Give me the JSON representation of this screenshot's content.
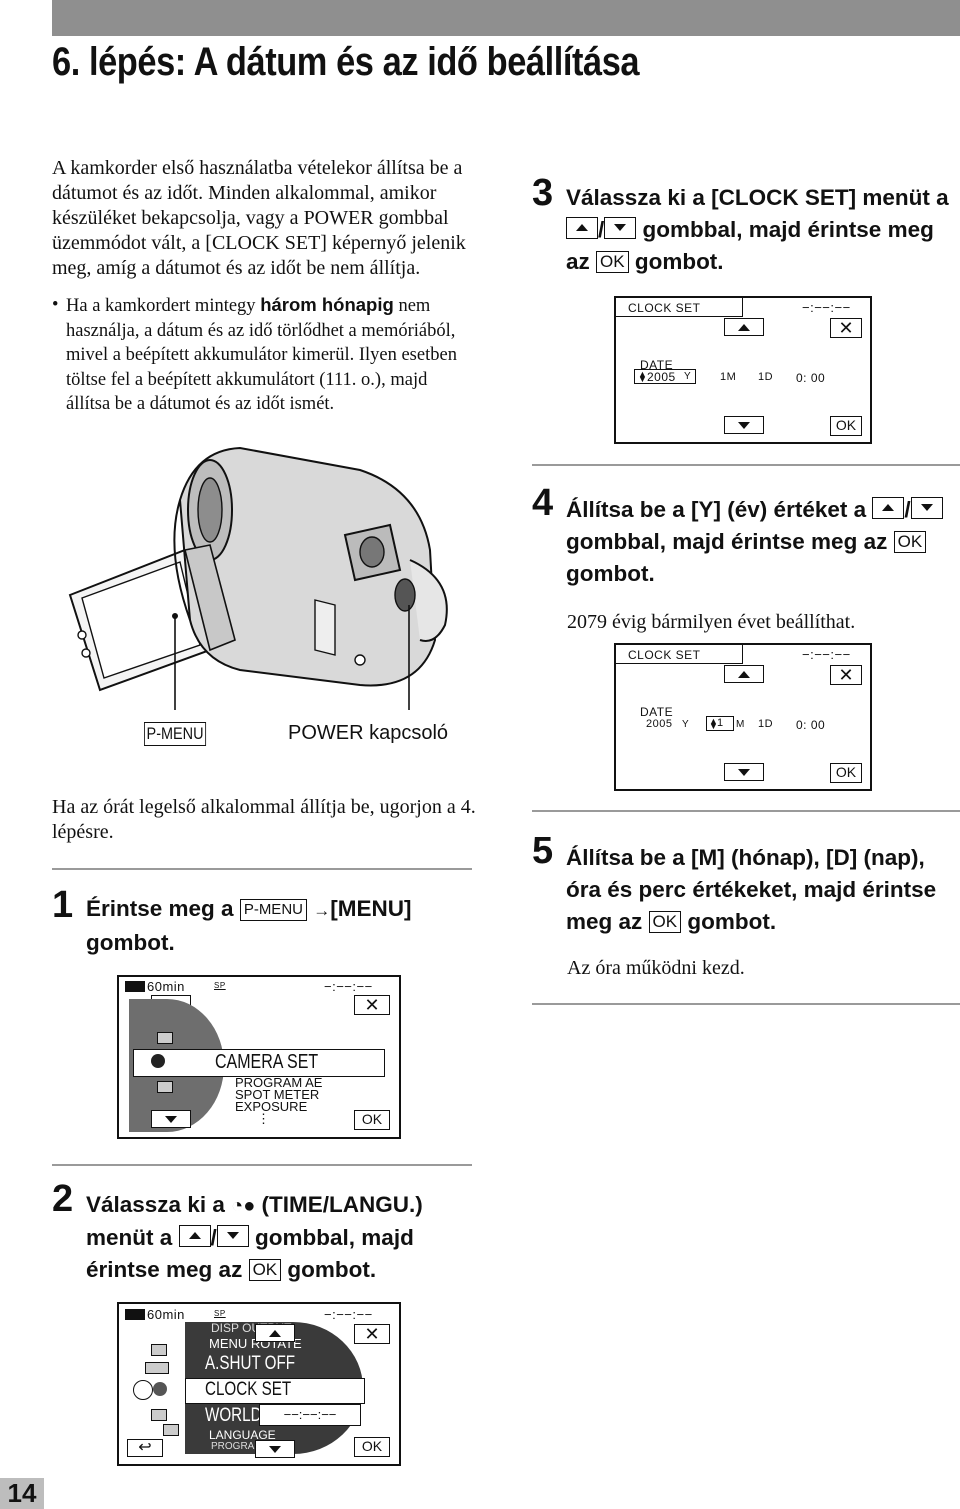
{
  "title": "6. lépés: A dátum és az idő beállítása",
  "intro": "A kamkorder első használatba vételekor állítsa be a dátumot és az időt. Minden alkalommal, amikor készüléket bekapcsolja, vagy a POWER gombbal üzemmódot vált, a [CLOCK SET] képernyő jelenik meg, amíg a dátumot és az időt be nem állítja.",
  "note": {
    "before": "Ha a kamkordert mintegy ",
    "bold": "három hónapig",
    "after": " nem használja, a dátum és az idő törlődhet a memóriából, mivel a beépített akkumulátor kimerül. Ilyen esetben töltse fel a beépített akkumulátort (111. o.), majd állítsa be a dátumot és az időt ismét."
  },
  "camera": {
    "pmenu_label": "P-MENU",
    "power_label": "POWER kapcsoló"
  },
  "skip_text": "Ha az órát legelső alkalommal állítja be, ugorjon a 4. lépésre.",
  "step1": {
    "num": "1",
    "pre": "Érintse meg a ",
    "btn": "P-MENU",
    "arrow": "→",
    "post": "[MENU] gombot."
  },
  "step1_screen": {
    "battery": "60min",
    "sp": "SP",
    "time": "−:−−:−−",
    "selected": "CAMERA SET",
    "items": [
      "PROGRAM AE",
      "SPOT METER",
      "EXPOSURE"
    ],
    "more": "⋮",
    "ok": "OK",
    "close": "✕"
  },
  "step2": {
    "num": "2",
    "pre": "Válassza ki a ",
    "post": " (TIME/LANGU.) menüt a ",
    "mid": " gombbal, majd érintse meg az ",
    "btn": "OK",
    "end": " gombot."
  },
  "step2_screen": {
    "battery": "60min",
    "sp": "SP",
    "time": "−:−−:−−",
    "items": [
      "DISP OUTPUT",
      "MENU ROTATE",
      "A.SHUT OFF",
      "CLOCK SET",
      "WORLD TIME",
      "LANGUAGE",
      "PROGRAM AE"
    ],
    "popup_time": "−−:−−:−−",
    "ok": "OK",
    "close": "✕",
    "back": "↩"
  },
  "step3": {
    "num": "3",
    "pre": "Válassza ki a [CLOCK SET] menüt a ",
    "mid": " gombbal, majd érintse meg az ",
    "btn": "OK",
    "end": " gombot."
  },
  "step3_screen": {
    "header": "CLOCK SET",
    "time": "−:−−:−−",
    "date_label": "DATE",
    "year": "2005",
    "y": "Y",
    "month": "1M",
    "day": "1D",
    "clock": "0: 00",
    "ok": "OK",
    "close": "✕"
  },
  "step4": {
    "num": "4",
    "pre": "Állítsa be a [Y] (év) értéket a ",
    "mid": " gombbal, majd érintse meg az ",
    "btn": "OK",
    "end": " gombot.",
    "sub": "2079 évig bármilyen évet beállíthat."
  },
  "step4_screen": {
    "header": "CLOCK SET",
    "time": "−:−−:−−",
    "date_label": "DATE",
    "year": "2005",
    "y": "Y",
    "month_val": "1",
    "m": "M",
    "day": "1D",
    "clock": "0: 00",
    "ok": "OK",
    "close": "✕"
  },
  "step5": {
    "num": "5",
    "pre": "Állítsa be a [M] (hónap), [D] (nap), óra és perc értékeket, majd érintse meg az ",
    "btn": "OK",
    "end": " gombot.",
    "sub": "Az óra működni kezd."
  },
  "page_number": "14"
}
